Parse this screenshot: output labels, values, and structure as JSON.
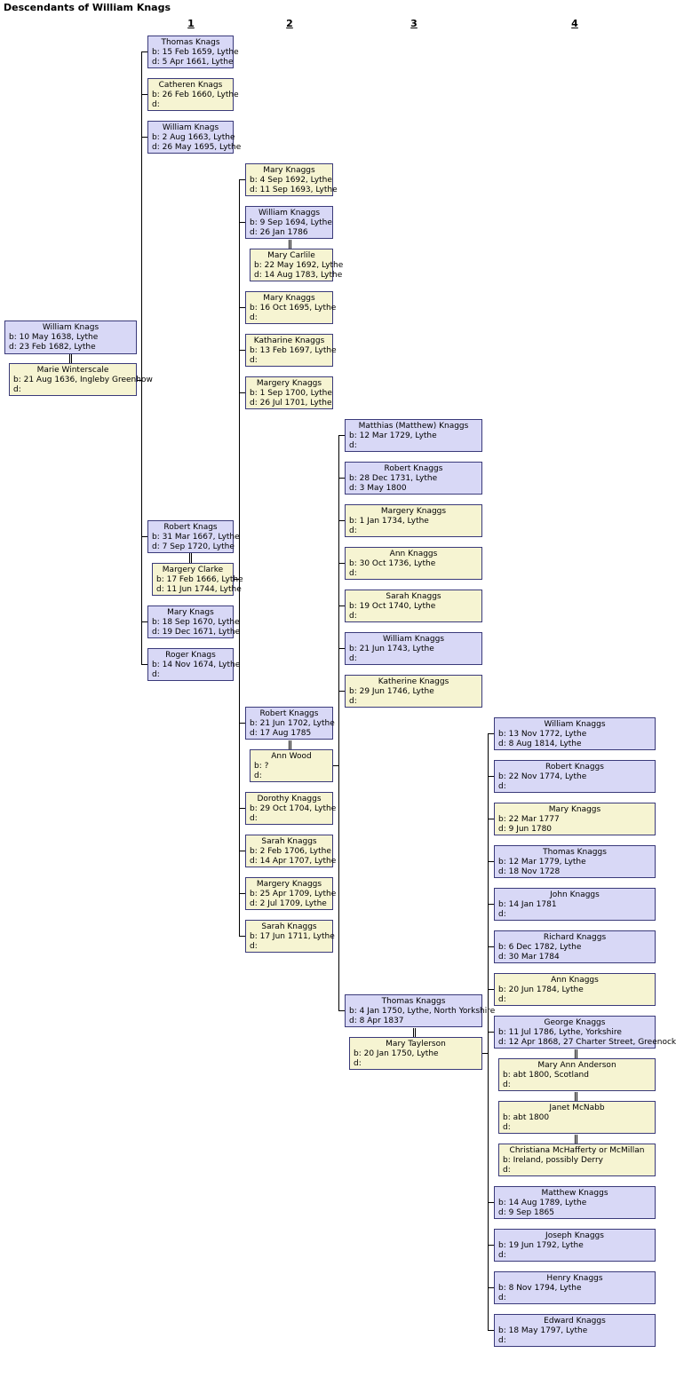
{
  "title": "Descendants of William Knags",
  "generations": [
    "1",
    "2",
    "3",
    "4"
  ],
  "colors": {
    "male": "#d8d8f6",
    "female": "#f6f4d2",
    "border": "#3a3a7a",
    "line": "#000000"
  },
  "people": [
    {
      "name": "William Knags",
      "born": "b: 10 May 1638, Lythe",
      "died": "d: 23 Feb 1682, Lythe",
      "sex": "m"
    },
    {
      "name": "Marie Winterscale",
      "born": "b: 21 Aug 1636, Ingleby Greenhow",
      "died": "d:",
      "sex": "f"
    },
    {
      "name": "Thomas Knags",
      "born": "b: 15 Feb 1659, Lythe",
      "died": "d: 5 Apr 1661, Lythe",
      "sex": "m"
    },
    {
      "name": "Catheren Knags",
      "born": "b: 26 Feb 1660, Lythe",
      "died": "d:",
      "sex": "f"
    },
    {
      "name": "William Knags",
      "born": "b: 2 Aug 1663, Lythe",
      "died": "d: 26 May 1695, Lythe",
      "sex": "m"
    },
    {
      "name": "Robert Knags",
      "born": "b: 31 Mar 1667, Lythe",
      "died": "d: 7 Sep 1720, Lythe",
      "sex": "m"
    },
    {
      "name": "Margery Clarke",
      "born": "b: 17 Feb 1666, Lythe",
      "died": "d: 11 Jun 1744, Lythe",
      "sex": "f"
    },
    {
      "name": "Mary Knags",
      "born": "b: 18 Sep 1670, Lythe",
      "died": "d: 19 Dec 1671, Lythe",
      "sex": "m"
    },
    {
      "name": "Roger Knags",
      "born": "b: 14 Nov 1674, Lythe",
      "died": "d:",
      "sex": "m"
    },
    {
      "name": "Mary Knaggs",
      "born": "b: 4 Sep 1692, Lythe",
      "died": "d: 11 Sep 1693, Lythe",
      "sex": "f"
    },
    {
      "name": "William Knaggs",
      "born": "b: 9 Sep 1694, Lythe",
      "died": "d: 26 Jan 1786",
      "sex": "m"
    },
    {
      "name": "Mary Carlile",
      "born": "b: 22 May 1692, Lythe",
      "died": "d: 14 Aug 1783, Lythe",
      "sex": "f"
    },
    {
      "name": "Mary Knaggs",
      "born": "b: 16 Oct 1695, Lythe",
      "died": "d:",
      "sex": "f"
    },
    {
      "name": "Katharine Knaggs",
      "born": "b: 13 Feb 1697, Lythe",
      "died": "d:",
      "sex": "f"
    },
    {
      "name": "Margery Knaggs",
      "born": "b: 1 Sep 1700, Lythe",
      "died": "d: 26 Jul 1701, Lythe",
      "sex": "f"
    },
    {
      "name": "Robert Knaggs",
      "born": "b: 21 Jun 1702, Lythe",
      "died": "d: 17 Aug 1785",
      "sex": "m"
    },
    {
      "name": "Ann Wood",
      "born": "b: ?",
      "died": "d:",
      "sex": "f"
    },
    {
      "name": "Dorothy Knaggs",
      "born": "b: 29 Oct 1704, Lythe",
      "died": "d:",
      "sex": "f"
    },
    {
      "name": "Sarah Knaggs",
      "born": "b: 2 Feb 1706, Lythe",
      "died": "d: 14 Apr 1707, Lythe",
      "sex": "f"
    },
    {
      "name": "Margery Knaggs",
      "born": "b: 25 Apr 1709, Lythe",
      "died": "d: 2 Jul 1709, Lythe",
      "sex": "f"
    },
    {
      "name": "Sarah Knaggs",
      "born": "b: 17 Jun 1711, Lythe",
      "died": "d:",
      "sex": "f"
    },
    {
      "name": "Matthias (Matthew) Knaggs",
      "born": "b: 12 Mar 1729, Lythe",
      "died": "d:",
      "sex": "m"
    },
    {
      "name": "Robert Knaggs",
      "born": "b: 28 Dec 1731, Lythe",
      "died": "d: 3 May 1800",
      "sex": "m"
    },
    {
      "name": "Margery Knaggs",
      "born": "b: 1 Jan 1734, Lythe",
      "died": "d:",
      "sex": "f"
    },
    {
      "name": "Ann Knaggs",
      "born": "b: 30 Oct 1736, Lythe",
      "died": "d:",
      "sex": "f"
    },
    {
      "name": "Sarah Knaggs",
      "born": "b: 19 Oct 1740, Lythe",
      "died": "d:",
      "sex": "f"
    },
    {
      "name": "William Knaggs",
      "born": "b: 21 Jun 1743, Lythe",
      "died": "d:",
      "sex": "m"
    },
    {
      "name": "Katherine Knaggs",
      "born": "b: 29 Jun 1746, Lythe",
      "died": "d:",
      "sex": "f"
    },
    {
      "name": "Thomas Knaggs",
      "born": "b: 4 Jan 1750, Lythe, North Yorkshire",
      "died": "d: 8 Apr 1837",
      "sex": "m"
    },
    {
      "name": "Mary Taylerson",
      "born": "b: 20 Jan 1750, Lythe",
      "died": "d:",
      "sex": "f"
    },
    {
      "name": "William Knaggs",
      "born": "b: 13 Nov 1772, Lythe",
      "died": "d: 8 Aug 1814, Lythe",
      "sex": "m"
    },
    {
      "name": "Robert Knaggs",
      "born": "b: 22 Nov 1774, Lythe",
      "died": "d:",
      "sex": "m"
    },
    {
      "name": "Mary Knaggs",
      "born": "b: 22 Mar 1777",
      "died": "d: 9 Jun 1780",
      "sex": "f"
    },
    {
      "name": "Thomas Knaggs",
      "born": "b: 12 Mar 1779, Lythe",
      "died": "d: 18 Nov 1728",
      "sex": "m"
    },
    {
      "name": "John Knaggs",
      "born": "b: 14 Jan 1781",
      "died": "d:",
      "sex": "m"
    },
    {
      "name": "Richard Knaggs",
      "born": "b: 6 Dec 1782, Lythe",
      "died": "d: 30 Mar 1784",
      "sex": "m"
    },
    {
      "name": "Ann Knaggs",
      "born": "b: 20 Jun 1784, Lythe",
      "died": "d:",
      "sex": "f"
    },
    {
      "name": "George Knaggs",
      "born": "b: 11 Jul 1786, Lythe, Yorkshire",
      "died": "d: 12 Apr 1868, 27 Charter Street, Greenock",
      "sex": "m"
    },
    {
      "name": "Mary Ann Anderson",
      "born": "b: abt 1800, Scotland",
      "died": "d:",
      "sex": "f"
    },
    {
      "name": "Janet McNabb",
      "born": "b: abt 1800",
      "died": "d:",
      "sex": "f"
    },
    {
      "name": "Christiana McHafferty or McMillan",
      "born": "b: Ireland, possibly Derry",
      "died": "d:",
      "sex": "f"
    },
    {
      "name": "Matthew Knaggs",
      "born": "b: 14 Aug 1789, Lythe",
      "died": "d: 9 Sep 1865",
      "sex": "m"
    },
    {
      "name": "Joseph Knaggs",
      "born": "b: 19 Jun 1792, Lythe",
      "died": "d:",
      "sex": "m"
    },
    {
      "name": "Henry Knaggs",
      "born": "b: 8 Nov 1794, Lythe",
      "died": "d:",
      "sex": "m"
    },
    {
      "name": "Edward Knaggs",
      "born": "b: 18 May 1797, Lythe",
      "died": "d:",
      "sex": "m"
    }
  ]
}
